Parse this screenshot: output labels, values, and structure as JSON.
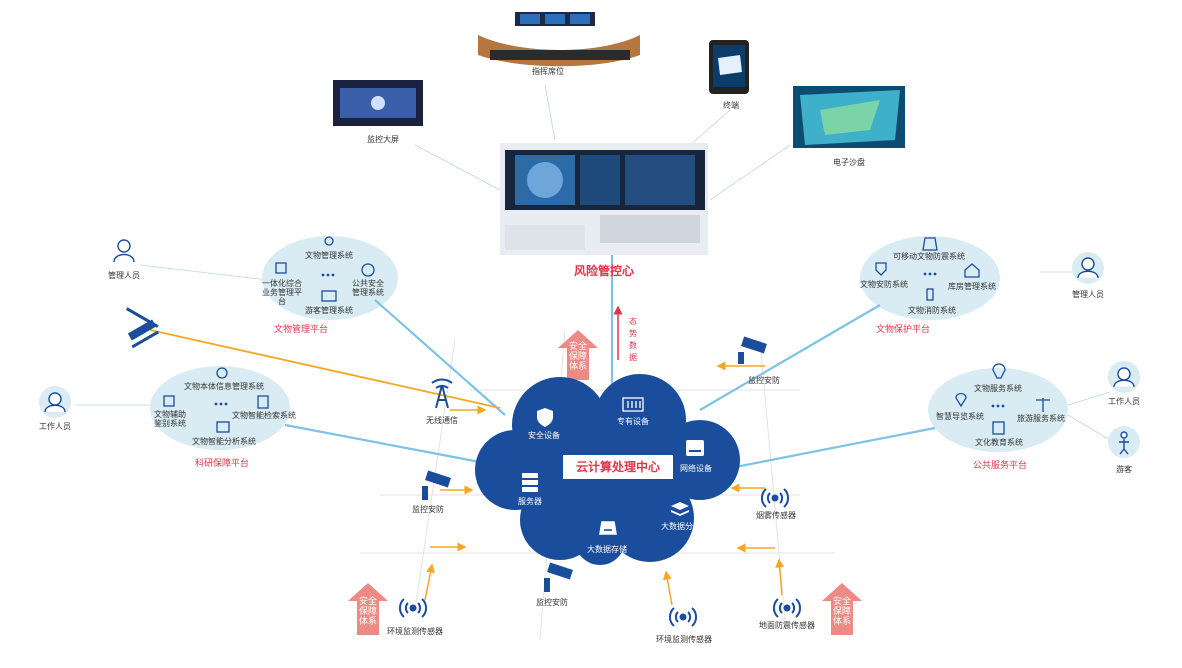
{
  "center": {
    "title": "云计算处理中心",
    "nodes": {
      "security_device": "安全设备",
      "dedicated_device": "专有设备",
      "network_device": "网络设备",
      "server": "服务器",
      "big_data_storage": "大数据存储",
      "big_data_analysis": "大数据分析"
    }
  },
  "top": {
    "risk_center": "风险管控心",
    "command_seat": "指挥席位",
    "terminal": "终端",
    "monitor_screen": "监控大屏",
    "sand_table": "电子沙盘",
    "situation_text": [
      "态",
      "势",
      "数",
      "据"
    ]
  },
  "safety_label": [
    "安全",
    "保障",
    "体系"
  ],
  "platforms": {
    "relic_mgmt": {
      "name": "文物管理平台",
      "items": [
        "文物管理系统",
        "一体化综合业务管理平台",
        "公共安全管理系统",
        "游客管理系统"
      ],
      "person": "管理人员"
    },
    "relic_protect": {
      "name": "文物保护平台",
      "items": [
        "可移动文物防震系统",
        "文物安防系统",
        "库房管理系统",
        "文物消防系统"
      ],
      "person": "管理人员"
    },
    "research": {
      "name": "科研保障平台",
      "items": [
        "文物本体信息管理系统",
        "文物辅助鉴别系统",
        "文物智能检索系统",
        "文物智能分析系统"
      ],
      "person": "工作人员"
    },
    "public": {
      "name": "公共服务平台",
      "items": [
        "文物服务系统",
        "智慧导览系统",
        "旅游服务系统",
        "文化教育系统"
      ],
      "persons": [
        "工作人员",
        "游客"
      ]
    }
  },
  "devices": {
    "wireless": "无线通信",
    "monitor_left": "监控安防",
    "monitor_bottom": "监控安防",
    "monitor_right": "监控安防",
    "smoke": "烟雾传感器",
    "env_left": "环境监测传感器",
    "env_bottom": "环境监测传感器",
    "seismic": "地面防震传感器"
  },
  "colors": {
    "cloud": "#1a4e9c",
    "ellipse": "#d9ebf3",
    "line_blue": "#7ec3e6",
    "arrow_orange": "#f5a623",
    "red": "#e0354a",
    "safety_bg": "#ee8a86"
  }
}
